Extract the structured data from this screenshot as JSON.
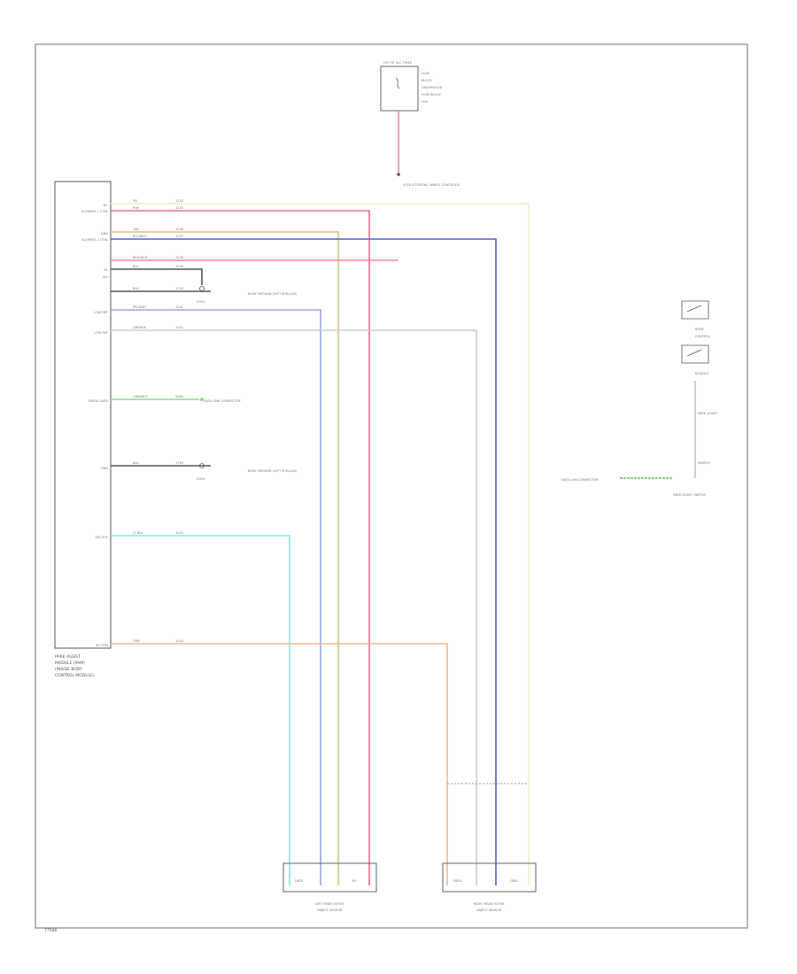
{
  "diagram": {
    "footer_code": "77586",
    "fuse_block": {
      "title": "HOT AT ALL TIMES",
      "lines": [
        "FUSE",
        "BLOCK",
        "UNDERHOOD",
        "FUSE BLOCK",
        "10A"
      ]
    },
    "splice_label": "S118 (STEERING WHEEL CONTROLS)",
    "module": {
      "name_lines": [
        "PARK ASSIST",
        "MODULE (PAM)",
        "(INSIDE BODY",
        "CONTROL MODULE)"
      ],
      "pin_labels": [
        "B+",
        "ELEMENT 1 CTRL",
        "GND",
        "ELEMENT 2 CTRL",
        "5V",
        "SIG",
        "LOW REF",
        "LOW REF",
        "SERIAL DATA",
        "GND",
        "SIG OUT",
        "SIG RTN"
      ]
    },
    "wires": [
      {
        "color": "YEL",
        "circuit": "1234"
      },
      {
        "color": "PNK",
        "circuit": "1235"
      },
      {
        "color": "TAN",
        "circuit": "1236"
      },
      {
        "color": "BLU/WHT",
        "circuit": "1237"
      },
      {
        "color": "RED/WHT",
        "circuit": "1238"
      },
      {
        "color": "BLK",
        "circuit": "1239"
      },
      {
        "color": "BLK",
        "circuit": "1740"
      },
      {
        "color": "PPL/WHT",
        "circuit": "1241"
      },
      {
        "color": "GRY/BLK",
        "circuit": "1242"
      },
      {
        "color": "GRN/WHT",
        "circuit": "5060"
      },
      {
        "color": "BLK",
        "circuit": "1750"
      },
      {
        "color": "LT BLU",
        "circuit": "1243"
      },
      {
        "color": "ORN",
        "circuit": "1244"
      }
    ],
    "ground_labels": [
      "G303",
      "G304"
    ],
    "notes": [
      {
        "text": "DATA LINK CONNECTOR"
      },
      {
        "text": "DATA LINK CONNECTOR"
      },
      {
        "text": "BODY GROUND (LEFT B PILLAR)"
      },
      {
        "text": "BODY GROUND (LEFT B PILLAR)"
      }
    ],
    "sensors": [
      {
        "lines": [
          "LEFT REAR OUTER",
          "OBJECT SENSOR"
        ],
        "pin_left": "DATA",
        "pin_right": "B+"
      },
      {
        "lines": [
          "RIGHT REAR OUTER",
          "OBJECT SENSOR"
        ],
        "pin_left": "DATA",
        "pin_right": "GND"
      }
    ],
    "right_group": {
      "labels": [
        "BODY",
        "CONTROL",
        "MODULE",
        "PARK ASSIST",
        "SWITCH"
      ],
      "connector": "DATA LINK CONNECTOR",
      "caption": "PARK ASSIST SWITCH"
    }
  }
}
